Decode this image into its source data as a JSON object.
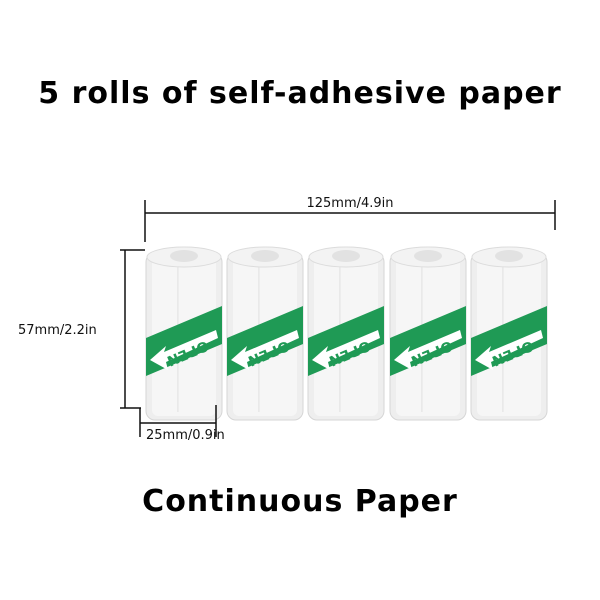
{
  "heading": "5 rolls of self-adhesive paper",
  "footer": "Continuous Paper",
  "dimensions": {
    "width_total": "125mm/4.9in",
    "height": "57mm/2.2in",
    "roll_diameter": "25mm/0.9in"
  },
  "roll_count": 5,
  "roll_label": "OPEN",
  "colors": {
    "label_green": "#1f9a55",
    "paper": "#f2f2f2"
  }
}
